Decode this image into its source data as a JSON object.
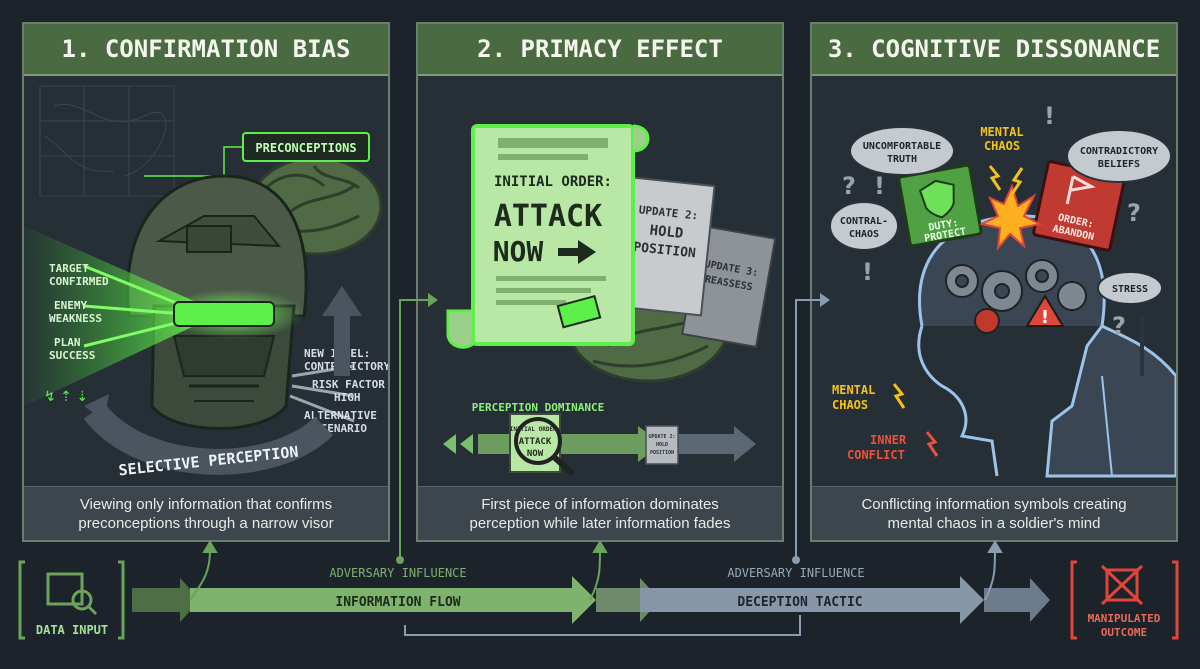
{
  "panels": [
    {
      "title": "1. CONFIRMATION BIAS",
      "caption": "Viewing only information that confirms preconceptions through a narrow visor",
      "labels": {
        "preconceptions": "PRECONCEPTIONS",
        "target_1": "TARGET",
        "target_2": "CONFIRMED",
        "enemy_1": "ENEMY",
        "enemy_2": "WEAKNESS",
        "plan_1": "PLAN",
        "plan_2": "SUCCESS",
        "new_intel_1": "NEW INTEL:",
        "new_intel_2": "CONTRADICTORY",
        "risk_1": "RISK FACTOR",
        "risk_2": "HIGH",
        "alt_1": "ALTERNATIVE",
        "alt_2": "SCENARIO",
        "selective": "SELECTIVE PERCEPTION"
      }
    },
    {
      "title": "2. PRIMACY EFFECT",
      "caption": "First piece of information dominates perception while later information fades",
      "labels": {
        "initial_order": "INITIAL ORDER:",
        "attack": "ATTACK",
        "now": "NOW",
        "update2_1": "UPDATE 2:",
        "update2_2": "HOLD",
        "update2_3": "POSITION",
        "update3_1": "UPDATE 3:",
        "update3_2": "REASSESS",
        "dominance": "PERCEPTION DOMINANCE",
        "mini_order_1": "INITIAL ORDER:",
        "mini_order_2": "ATTACK",
        "mini_order_3": "NOW",
        "mini_update_1": "UPDATE 2:",
        "mini_update_2": "HOLD",
        "mini_update_3": "POSITION"
      }
    },
    {
      "title": "3. COGNITIVE DISSONANCE",
      "caption": "Conflicting information symbols creating mental chaos in a soldier's mind",
      "labels": {
        "uncomfortable_1": "UNCOMFORTABLE",
        "uncomfortable_2": "TRUTH",
        "mental_chaos_top_1": "MENTAL",
        "mental_chaos_top_2": "CHAOS",
        "contradictory_1": "CONTRADICTORY",
        "contradictory_2": "BELIEFS",
        "contral_1": "CONTRAL-",
        "contral_2": "CHAOS",
        "duty_1": "DUTY:",
        "duty_2": "PROTECT",
        "order_1": "ORDER:",
        "order_2": "ABANDON",
        "stress": "STRESS",
        "mental_chaos_1": "MENTAL",
        "mental_chaos_2": "CHAOS",
        "inner_1": "INNER",
        "inner_2": "CONFLICT"
      }
    }
  ],
  "flow": {
    "data_input": "DATA INPUT",
    "adversary_influence_1": "ADVERSARY INFLUENCE",
    "adversary_influence_2": "ADVERSARY INFLUENCE",
    "information_flow": "INFORMATION FLOW",
    "deception_tactic": "DECEPTION TACTIC",
    "manipulated_1": "MANIPULATED",
    "manipulated_2": "OUTCOME"
  },
  "colors": {
    "background": "#1c232b",
    "panel_header": "#4a6a42",
    "neon_green": "#5df04a",
    "accent_yellow": "#f2c21b",
    "alert_red": "#e0453a",
    "slate_blue": "#8a9cb0"
  }
}
